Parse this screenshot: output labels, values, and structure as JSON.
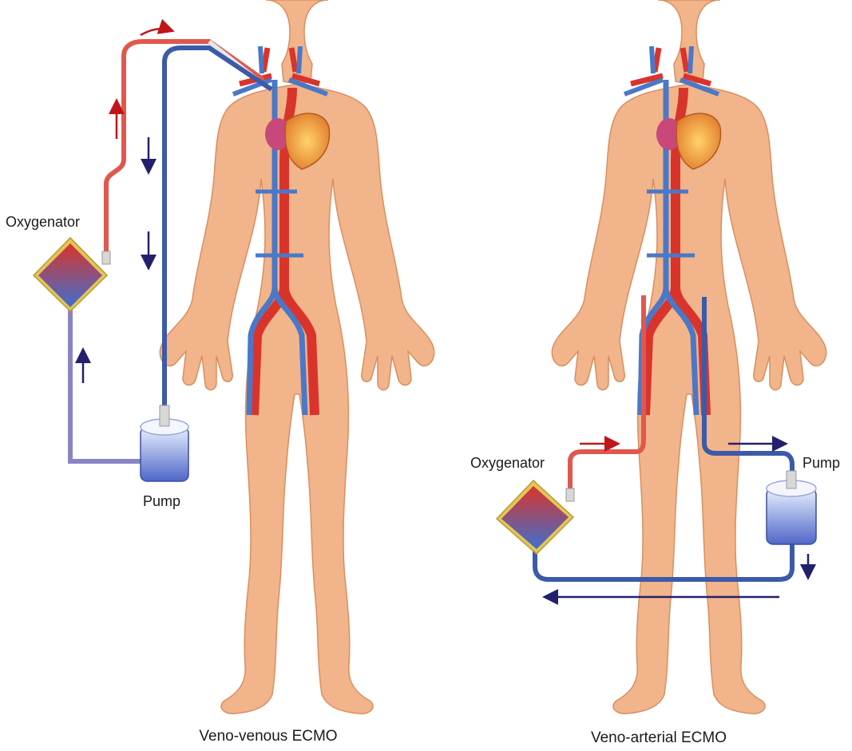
{
  "panels": [
    {
      "title": "Veno-venous ECMO",
      "oxygenator_label": "Oxygenator",
      "pump_label": "Pump"
    },
    {
      "title": "Veno-arterial ECMO",
      "oxygenator_label": "Oxygenator",
      "pump_label": "Pump"
    }
  ],
  "colors": {
    "skin": "#f2b48a",
    "skin_shadow": "#d98f60",
    "artery": "#d9342b",
    "vein": "#4a78c8",
    "oxygenated_tube": "#e0584d",
    "deoxygenated_tube": "#3b5aa8",
    "mixed_tube": "#8a84c4",
    "arrow_red": "#c0151b",
    "arrow_blue": "#23206e",
    "device_gold": "#e3c55a"
  }
}
